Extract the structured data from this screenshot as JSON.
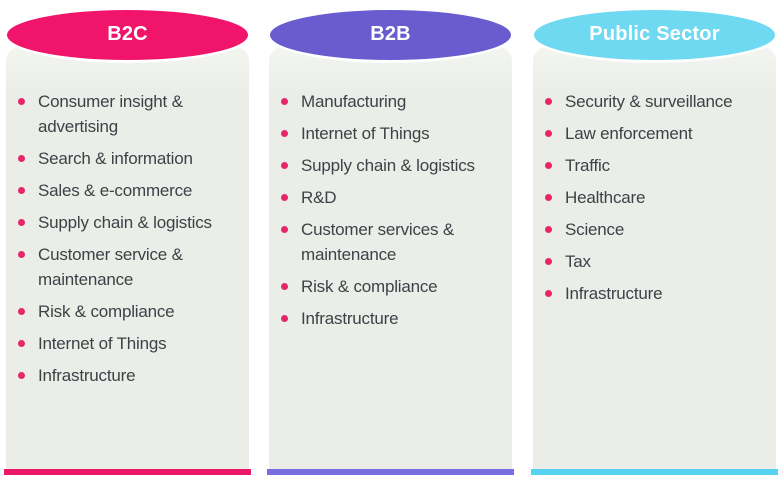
{
  "columns": [
    {
      "id": "b2c",
      "title": "B2C",
      "header_color": "#F0146B",
      "line_color": "#EC196B",
      "items": [
        "Consumer insight & advertising",
        "Search & information",
        "Sales & e-commerce",
        "Supply chain & logistics",
        "Customer service & maintenance",
        "Risk & compliance",
        "Internet of Things",
        "Infrastructure"
      ]
    },
    {
      "id": "b2b",
      "title": "B2B",
      "header_color": "#6A5BCE",
      "line_color": "#7A6DE2",
      "items": [
        "Manufacturing",
        "Internet of Things",
        "Supply chain & logistics",
        "R&D",
        "Customer services & maintenance",
        "Risk & compliance",
        "Infrastructure"
      ]
    },
    {
      "id": "public-sector",
      "title": "Public Sector",
      "header_color": "#6FD9F2",
      "line_color": "#55D2EF",
      "items": [
        "Security & surveillance",
        "Law enforcement",
        "Traffic",
        "Healthcare",
        "Science",
        "Tax",
        "Infrastructure"
      ]
    }
  ],
  "colors": {
    "bullet": "#E6256B",
    "text": "#3C4347",
    "body_bg": "#EBEDE8",
    "page_bg": "#FFFFFF"
  }
}
